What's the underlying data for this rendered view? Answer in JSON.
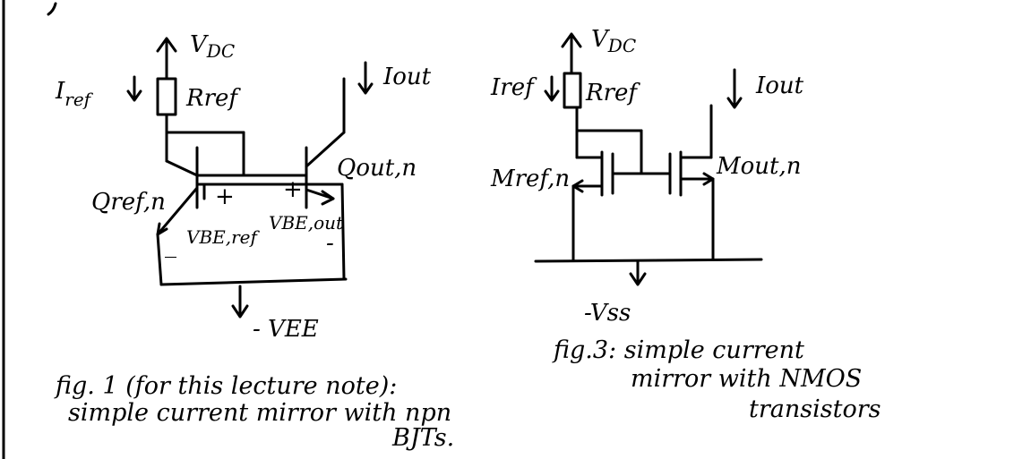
{
  "fig1": {
    "vdc": "V",
    "vdc_sub": "DC",
    "iref": "I",
    "iref_sub": "ref",
    "rref": "Rref",
    "iout": "Iout",
    "qref": "Qref,n",
    "qout": "Qout,n",
    "plus_left": "+",
    "plus_right": "+",
    "minus_left": "_",
    "minus_right": "-",
    "vbe_ref": "VBE,ref",
    "vbe_out": "VBE,out",
    "vee": "- VEE",
    "caption_line1": "fig. 1 (for this lecture note):",
    "caption_line2": "simple current mirror with npn",
    "caption_line3": "BJTs."
  },
  "fig3": {
    "vdc": "V",
    "vdc_sub": "DC",
    "iref": "Iref",
    "rref": "Rref",
    "iout": "Iout",
    "mref": "Mref,n",
    "mout": "Mout,n",
    "vss": "-Vss",
    "caption_line1": "fig.3: simple current",
    "caption_line2": "mirror with NMOS",
    "caption_line3": "transistors"
  }
}
